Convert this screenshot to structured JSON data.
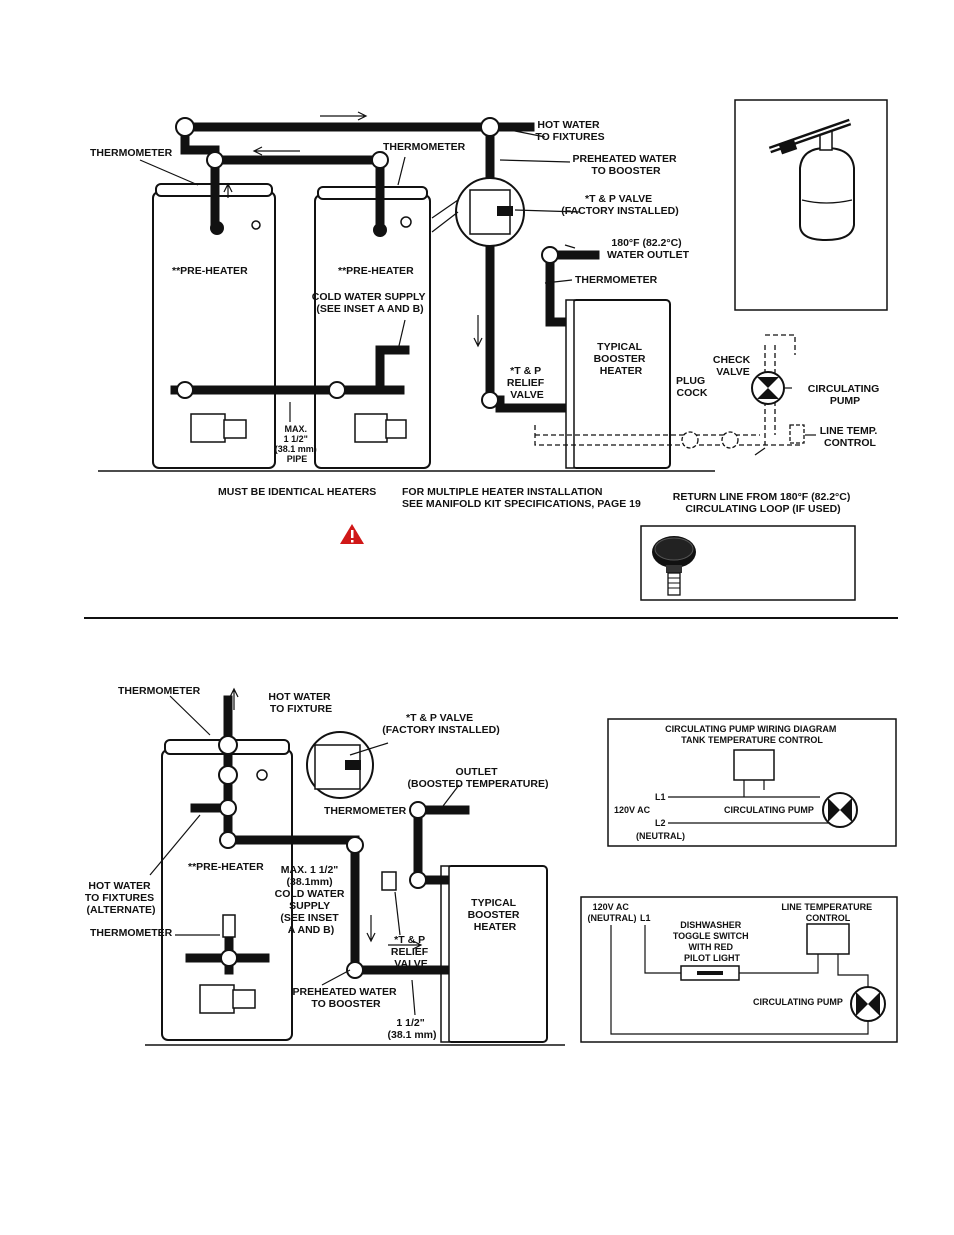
{
  "fig1": {
    "labels": {
      "hot_water": [
        "HOT WATER",
        "TO FIXTURES"
      ],
      "thermometer_left": "THERMOMETER",
      "thermometer_mid": "THERMOMETER",
      "preheated": [
        "PREHEATED WATER",
        "TO BOOSTER"
      ],
      "tp_valve": [
        "*T & P VALVE",
        "(FACTORY INSTALLED)"
      ],
      "outlet_180": [
        "180°F (82.2°C)",
        "WATER OUTLET"
      ],
      "thermometer_booster": "THERMOMETER",
      "preheater_1": "**PRE-HEATER",
      "preheater_2": "**PRE-HEATER",
      "cold_water": [
        "COLD WATER SUPPLY",
        "(SEE INSET A AND B)"
      ],
      "booster": [
        "TYPICAL",
        "BOOSTER",
        "HEATER"
      ],
      "relief": [
        "*T & P",
        "RELIEF",
        "VALVE"
      ],
      "plug_cock": [
        "PLUG",
        "COCK"
      ],
      "check_valve": [
        "CHECK",
        "VALVE"
      ],
      "circ_pump": [
        "CIRCULATING",
        "PUMP"
      ],
      "line_temp": [
        "LINE TEMP.",
        "CONTROL"
      ],
      "max_pipe": [
        "MAX.",
        "1 1/2\"",
        "(38.1 mm)",
        "PIPE"
      ],
      "identical": "MUST BE IDENTICAL HEATERS",
      "multiple": [
        "FOR MULTIPLE HEATER INSTALLATION",
        "SEE MANIFOLD KIT SPECIFICATIONS, PAGE 19"
      ],
      "return_line": [
        "RETURN LINE FROM 180°F (82.2°C)",
        "CIRCULATING LOOP (IF USED)"
      ]
    }
  },
  "fig2": {
    "labels": {
      "thermometer_top": "THERMOMETER",
      "hot_water": [
        "HOT WATER",
        "TO FIXTURE"
      ],
      "tp_valve": [
        "*T & P VALVE",
        "(FACTORY INSTALLED)"
      ],
      "outlet": [
        "OUTLET",
        "(BOOSTED TEMPERATURE)"
      ],
      "thermometer_mid": "THERMOMETER",
      "preheater": "**PRE-HEATER",
      "hot_alt": [
        "HOT WATER",
        "TO FIXTURES",
        "(ALTERNATE)"
      ],
      "max_cold": [
        "MAX. 1 1/2\"",
        "(38.1mm)",
        "COLD WATER",
        "SUPPLY",
        "(SEE INSET",
        "A AND B)"
      ],
      "thermometer_low": "THERMOMETER",
      "booster": [
        "TYPICAL",
        "BOOSTER",
        "HEATER"
      ],
      "relief": [
        "*T & P",
        "RELIEF",
        "VALVE"
      ],
      "preheated": [
        "PREHEATED WATER",
        "TO BOOSTER"
      ],
      "pipe_size": [
        "1 1/2\"",
        "(38.1 mm)"
      ]
    }
  },
  "wiring1": {
    "title": [
      "CIRCULATING PUMP WIRING DIAGRAM",
      "TANK TEMPERATURE CONTROL"
    ],
    "l1": "L1",
    "v120": "120V AC",
    "l2": "L2",
    "neutral": "(NEUTRAL)",
    "pump": "CIRCULATING PUMP"
  },
  "wiring2": {
    "v120": [
      "120V AC",
      "(NEUTRAL)"
    ],
    "l1": "L1",
    "switch": [
      "DISHWASHER",
      "TOGGLE SWITCH",
      "WITH RED",
      "PILOT LIGHT"
    ],
    "control": [
      "LINE TEMPERATURE",
      "CONTROL"
    ],
    "pump": "CIRCULATING PUMP"
  },
  "icons": [
    "warning-icon",
    "expansion-tank-icon",
    "plug-cock-knob-icon",
    "pump-symbol-icon"
  ]
}
